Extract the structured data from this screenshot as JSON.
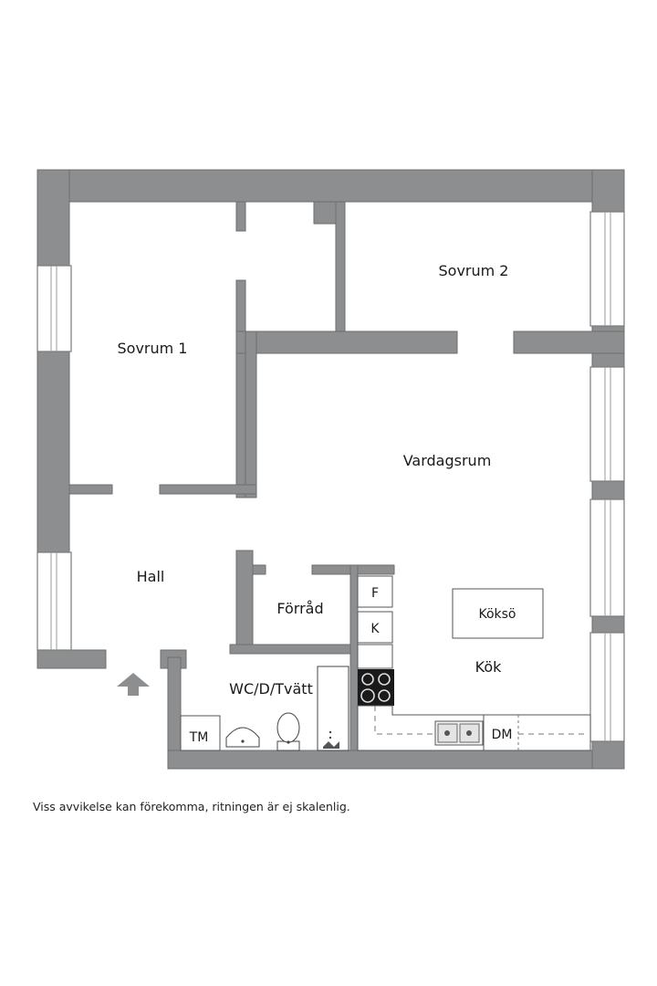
{
  "rooms": {
    "sovrum1": "Sovrum 1",
    "sovrum2": "Sovrum 2",
    "vardagsrum": "Vardagsrum",
    "hall": "Hall",
    "forrad": "Förråd",
    "wc": "WC/D/Tvätt",
    "kok": "Kök"
  },
  "fixtures": {
    "koksö": "Köksö",
    "fridge": "F",
    "freezer": "K",
    "dishwasher": "DM",
    "washer": "TM"
  },
  "icons": {
    "entrance": "entrance-arrow-icon",
    "stove": "stove-icon",
    "sink": "kitchen-sink-icon",
    "basin": "wash-basin-icon",
    "toilet": "toilet-icon",
    "shower": "shower-icon"
  },
  "colors": {
    "wall": "#8d8e90",
    "background": "#ffffff"
  },
  "disclaimer": "Viss avvikelse kan förekomma, ritningen är ej skalenlig."
}
